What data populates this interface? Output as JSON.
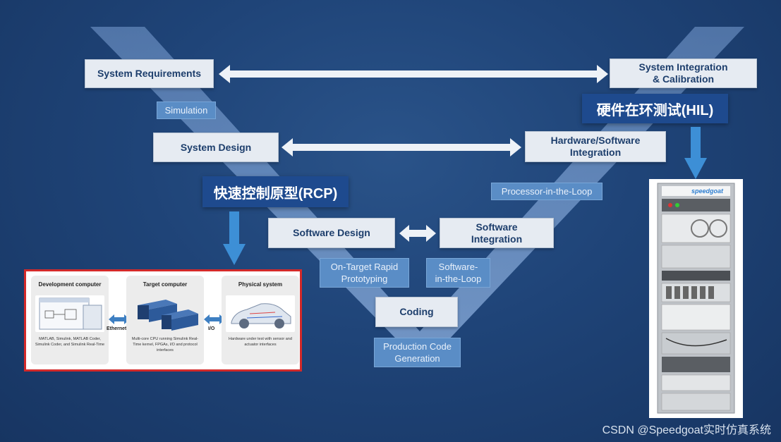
{
  "stages": {
    "system_requirements": "System Requirements",
    "system_integration": "System Integration\n& Calibration",
    "system_design": "System Design",
    "hw_sw_integration": "Hardware/Software\nIntegration",
    "software_design": "Software Design",
    "software_integration": "Software\nIntegration",
    "coding": "Coding"
  },
  "methods": {
    "simulation": "Simulation",
    "processor_in_loop": "Processor-in-the-Loop",
    "on_target_rp": "On-Target Rapid\nPrototyping",
    "software_in_loop": "Software-\nin-the-Loop",
    "production_code": "Production Code\nGeneration"
  },
  "callouts": {
    "rcp": "快速控制原型(RCP)",
    "hil": "硬件在环测试(HIL)"
  },
  "rcp_panel": {
    "columns": [
      {
        "title": "Development computer",
        "caption": "MATLAB, Simulink, MATLAB Coder, Simulink Coder, and Simulink Real-Time"
      },
      {
        "title": "Target computer",
        "caption": "Multi-core CPU running Simulink Real-Time kernel, FPGAs, I/O and protocol interfaces"
      },
      {
        "title": "Physical system",
        "caption": "Hardware under test with sensor and actuator interfaces"
      }
    ],
    "link_ethernet": "Ethernet",
    "link_io": "I/O"
  },
  "hil_rack": {
    "brand": "speedgoat"
  },
  "watermark": "CSDN @Speedgoat实时仿真系统",
  "colors": {
    "background": "#1f4478",
    "box_fill": "#e6ebf2",
    "box_text": "#1d3e6c",
    "method_fill": "#5a8dc6",
    "callout_fill": "#1e4a8e",
    "arrow_blue": "#3d8fd6",
    "panel_border": "#d32a2a"
  }
}
